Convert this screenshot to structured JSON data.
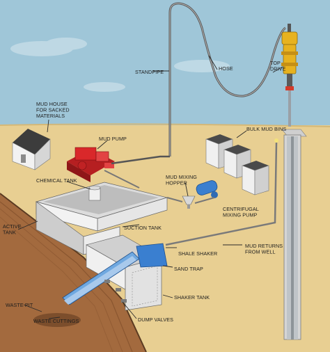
{
  "labels": {
    "mud_house": [
      "MUD HOUSE",
      "FOR SACKED",
      "MATERIALS"
    ],
    "standpipe": "STANDPIPE",
    "hose": "HOSE",
    "top_drive": [
      "TOP",
      "DRIVE"
    ],
    "mud_pump": "MUD PUMP",
    "bulk_mud_bins": "BULK MUD BINS",
    "chemical_tank": "CHEMICAL TANK",
    "mud_mixing_hopper": [
      "MUD MIXING",
      "HOPPER"
    ],
    "centrifugal_mixing_pump": [
      "CENTRIFUGAL",
      "MIXING PUMP"
    ],
    "active_tank": [
      "ACTIVE",
      "TANK"
    ],
    "suction_tank": "SUCTION TANK",
    "shale_shaker": "SHALE SHAKER",
    "mud_returns": [
      "MUD RETURNS",
      "FROM WELL"
    ],
    "sand_trap": "SAND TRAP",
    "shaker_tank": "SHAKER TANK",
    "waste_pit": "WASTE PIT",
    "waste_cuttings": "WASTE CUTTINGS",
    "dump_valves": "DUMP VALVES"
  },
  "colors": {
    "sky": "#9fc6d8",
    "ground": "#e8cf92",
    "pit": "#a36a3e",
    "tank": "#cfcfcf",
    "pump_red": "#d9282a",
    "hopper_blue": "#3a7fd0",
    "top_drive_yellow": "#e7b21f"
  }
}
